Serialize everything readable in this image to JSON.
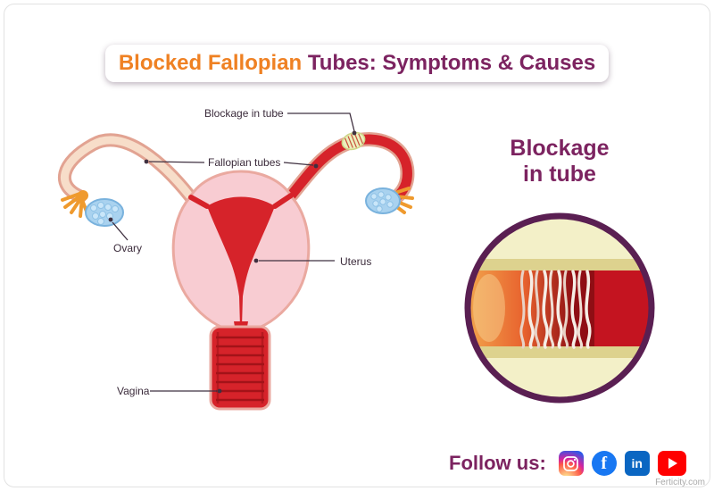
{
  "header": {
    "title_highlight": "Blocked Fallopian",
    "title_rest": " Tubes: Symptoms & Causes"
  },
  "diagram": {
    "labels": {
      "blockage": "Blockage in tube",
      "fallopian": "Fallopian tubes",
      "ovary": "Ovary",
      "uterus": "Uterus",
      "vagina": "Vagina"
    }
  },
  "inset": {
    "heading_line1": "Blockage",
    "heading_line2": "in tube"
  },
  "footer": {
    "follow_label": "Follow us:",
    "social_icons": [
      "instagram-icon",
      "facebook-icon",
      "linkedin-icon",
      "youtube-icon"
    ],
    "social_glyphs": {
      "facebook": "f",
      "linkedin": "in"
    },
    "watermark": "Ferticity.com"
  },
  "colors": {
    "title_orange": "#ef8123",
    "title_purple": "#7c2360",
    "inset_border": "#5a1f52",
    "anatomy_red": "#d6232a",
    "anatomy_pink": "#f8ccd2",
    "ovary_blue": "#a9d2ef",
    "fimbriae_orange": "#ef9a2e",
    "facebook_blue": "#1877f2",
    "linkedin_blue": "#0a66c2",
    "youtube_red": "#ff0000"
  }
}
